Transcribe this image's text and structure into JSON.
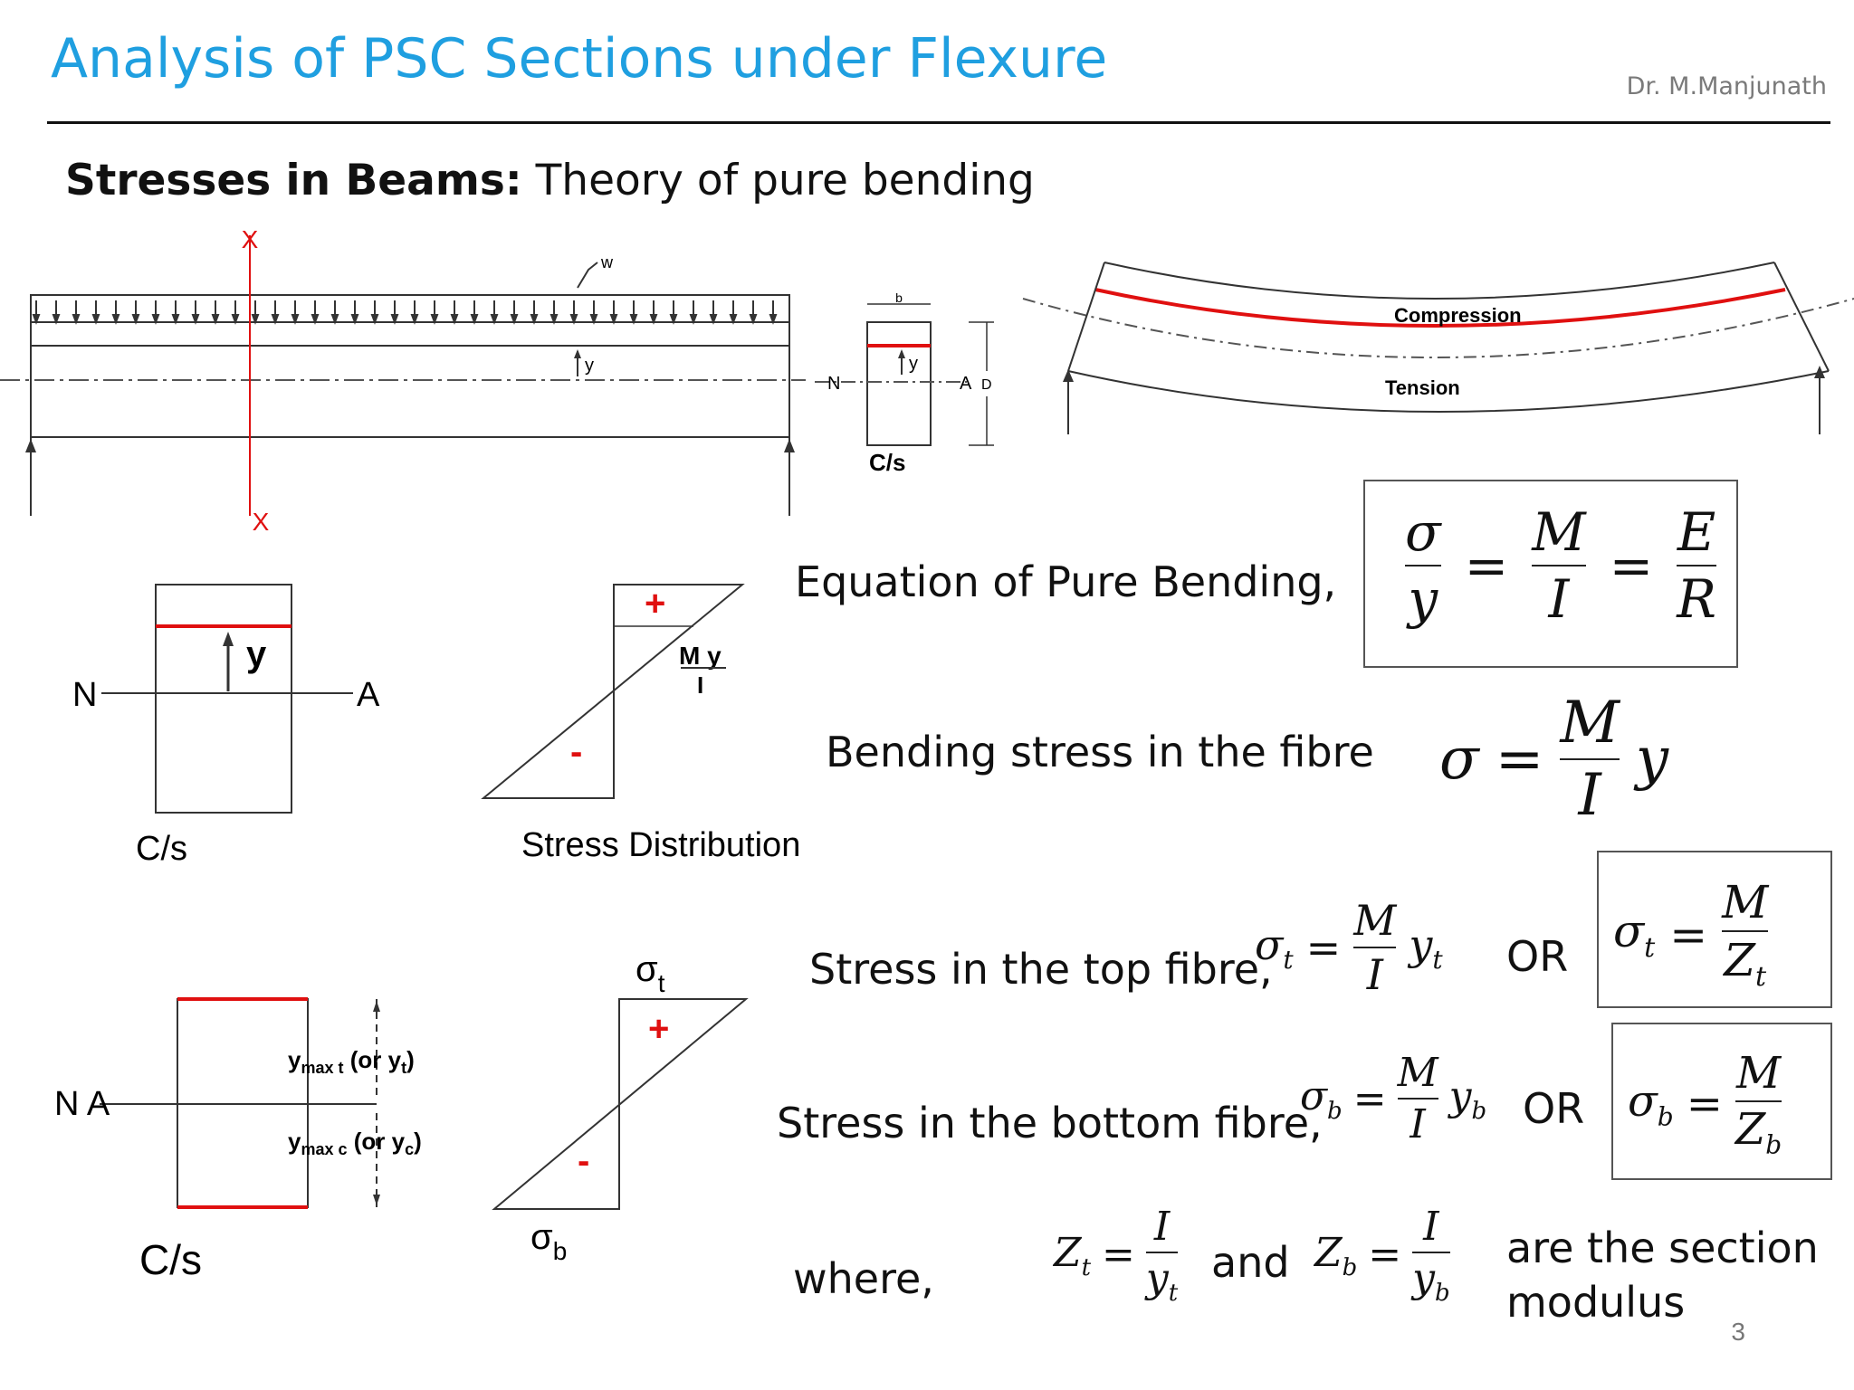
{
  "header": {
    "title": "Analysis of PSC Sections under Flexure",
    "author": "Dr. M.Manjunath"
  },
  "section": {
    "heading_bold": "Stresses in Beams:",
    "heading_rest": " Theory of pure bending"
  },
  "diagram_labels": {
    "x_top": "X",
    "x_bottom": "X",
    "load": "w",
    "y": "y",
    "b": "b",
    "n": "N",
    "a": "A",
    "d": "D",
    "cs": "C/s",
    "compression": "Compression",
    "tension": "Tension",
    "cs2": "C/s",
    "na_n": "N",
    "na_a": "A",
    "y2": "y",
    "stress_dist": "Stress Distribution",
    "plus": "+",
    "minus": "-",
    "my_top": "M y",
    "my_bot": "I",
    "cs3": "C/s",
    "na3": "N A",
    "ymax_t": "y",
    "ymax_t_sub": "max t",
    "ymax_t_paren": " (or y",
    "ymax_t_paren_sub": "t",
    "ymax_close": ")",
    "ymax_c": "y",
    "ymax_c_sub": "max c",
    "ymax_c_paren": " (or y",
    "ymax_c_paren_sub": "c",
    "sigma_t": "σ",
    "sigma_t_sub": "t",
    "sigma_b": "σ",
    "sigma_b_sub": "b",
    "plus2": "+",
    "minus2": "-"
  },
  "equations": {
    "pure_bending_label": "Equation of Pure Bending,",
    "pure_bending": {
      "n1": "σ",
      "d1": "y",
      "n2": "M",
      "d2": "I",
      "n3": "E",
      "d3": "R",
      "eq": "="
    },
    "fibre_label": "Bending stress in the fibre",
    "fibre": {
      "lhs": "σ",
      "eq": "=",
      "num": "M",
      "den": "I",
      "tail": "y"
    },
    "top_label": "Stress in the top fibre,",
    "top": {
      "lhs": "σ",
      "lhs_sub": "t",
      "eq": "=",
      "num": "M",
      "den": "I",
      "tail": "y",
      "tail_sub": "t"
    },
    "or1": "OR",
    "top_box": {
      "lhs": "σ",
      "lhs_sub": "t",
      "eq": "=",
      "num": "M",
      "den": "Z",
      "den_sub": "t"
    },
    "bottom_label": "Stress in the bottom  fibre,",
    "bottom": {
      "lhs": "σ",
      "lhs_sub": "b",
      "eq": "=",
      "num": "M",
      "den": "I",
      "tail": "y",
      "tail_sub": "b"
    },
    "or2": "OR",
    "bottom_box": {
      "lhs": "σ",
      "lhs_sub": "b",
      "eq": "=",
      "num": "M",
      "den": "Z",
      "den_sub": "b"
    },
    "where_label": "where,",
    "zt": {
      "lhs": "Z",
      "lhs_sub": "t",
      "eq": "=",
      "num": "I",
      "den": "y",
      "den_sub": "t"
    },
    "and": "and",
    "zb": {
      "lhs": "Z",
      "lhs_sub": "b",
      "eq": "=",
      "num": "I",
      "den": "y",
      "den_sub": "b"
    },
    "section_modulus_1": "are the section",
    "section_modulus_2": "modulus"
  },
  "footer": {
    "page": "3"
  },
  "colors": {
    "title": "#1f9fe0",
    "red": "#e01010"
  }
}
